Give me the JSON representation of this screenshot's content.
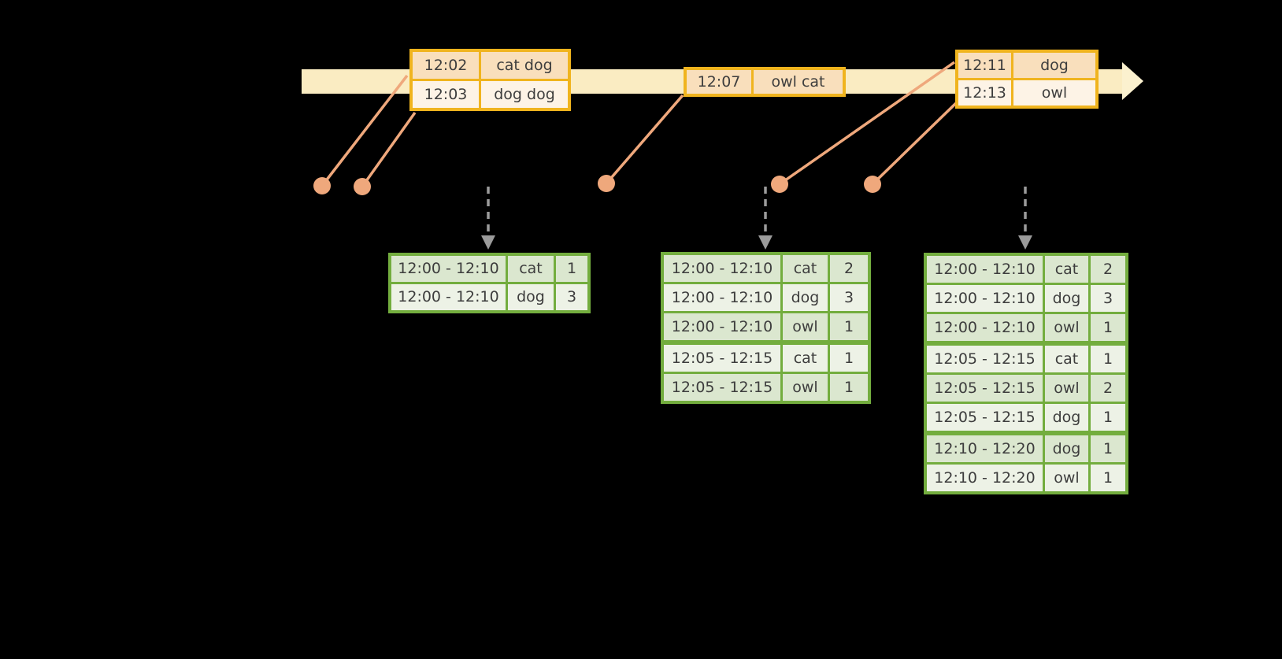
{
  "diagram": {
    "title": "windowed-grouped-aggregation-stream",
    "colors": {
      "background": "#000000",
      "timeline_band": "#faecc2",
      "timeline_arrowhead": "#fbf1cf",
      "event_table_border": "#f0b41e",
      "event_row_dark": "#f9dfbc",
      "event_row_light": "#fdf3e6",
      "connector_salmon": "#efa87c",
      "trigger_arrow_gray": "#9b9b9b",
      "result_table_border": "#73ad3e",
      "result_row_dark": "#dbe7cf",
      "result_row_light": "#edf2e6",
      "text": "#3d3d3d"
    },
    "event_tables": [
      {
        "rows": [
          {
            "time": "12:02",
            "words": "cat dog"
          },
          {
            "time": "12:03",
            "words": "dog dog"
          }
        ]
      },
      {
        "rows": [
          {
            "time": "12:07",
            "words": "owl cat"
          }
        ]
      },
      {
        "rows": [
          {
            "time": "12:11",
            "words": "dog"
          },
          {
            "time": "12:13",
            "words": "owl"
          }
        ]
      }
    ],
    "result_tables": [
      {
        "rows": [
          {
            "window": "12:00 - 12:10",
            "word": "cat",
            "count": "1"
          },
          {
            "window": "12:00 - 12:10",
            "word": "dog",
            "count": "3"
          }
        ]
      },
      {
        "rows": [
          {
            "window": "12:00 - 12:10",
            "word": "cat",
            "count": "2"
          },
          {
            "window": "12:00 - 12:10",
            "word": "dog",
            "count": "3"
          },
          {
            "window": "12:00 - 12:10",
            "word": "owl",
            "count": "1"
          },
          {
            "window": "12:05 - 12:15",
            "word": "cat",
            "count": "1"
          },
          {
            "window": "12:05 - 12:15",
            "word": "owl",
            "count": "1"
          }
        ]
      },
      {
        "rows": [
          {
            "window": "12:00 - 12:10",
            "word": "cat",
            "count": "2"
          },
          {
            "window": "12:00 - 12:10",
            "word": "dog",
            "count": "3"
          },
          {
            "window": "12:00 - 12:10",
            "word": "owl",
            "count": "1"
          },
          {
            "window": "12:05 - 12:15",
            "word": "cat",
            "count": "1"
          },
          {
            "window": "12:05 - 12:15",
            "word": "owl",
            "count": "2"
          },
          {
            "window": "12:05 - 12:15",
            "word": "dog",
            "count": "1"
          },
          {
            "window": "12:10 - 12:20",
            "word": "dog",
            "count": "1"
          },
          {
            "window": "12:10 - 12:20",
            "word": "owl",
            "count": "1"
          }
        ]
      }
    ]
  }
}
